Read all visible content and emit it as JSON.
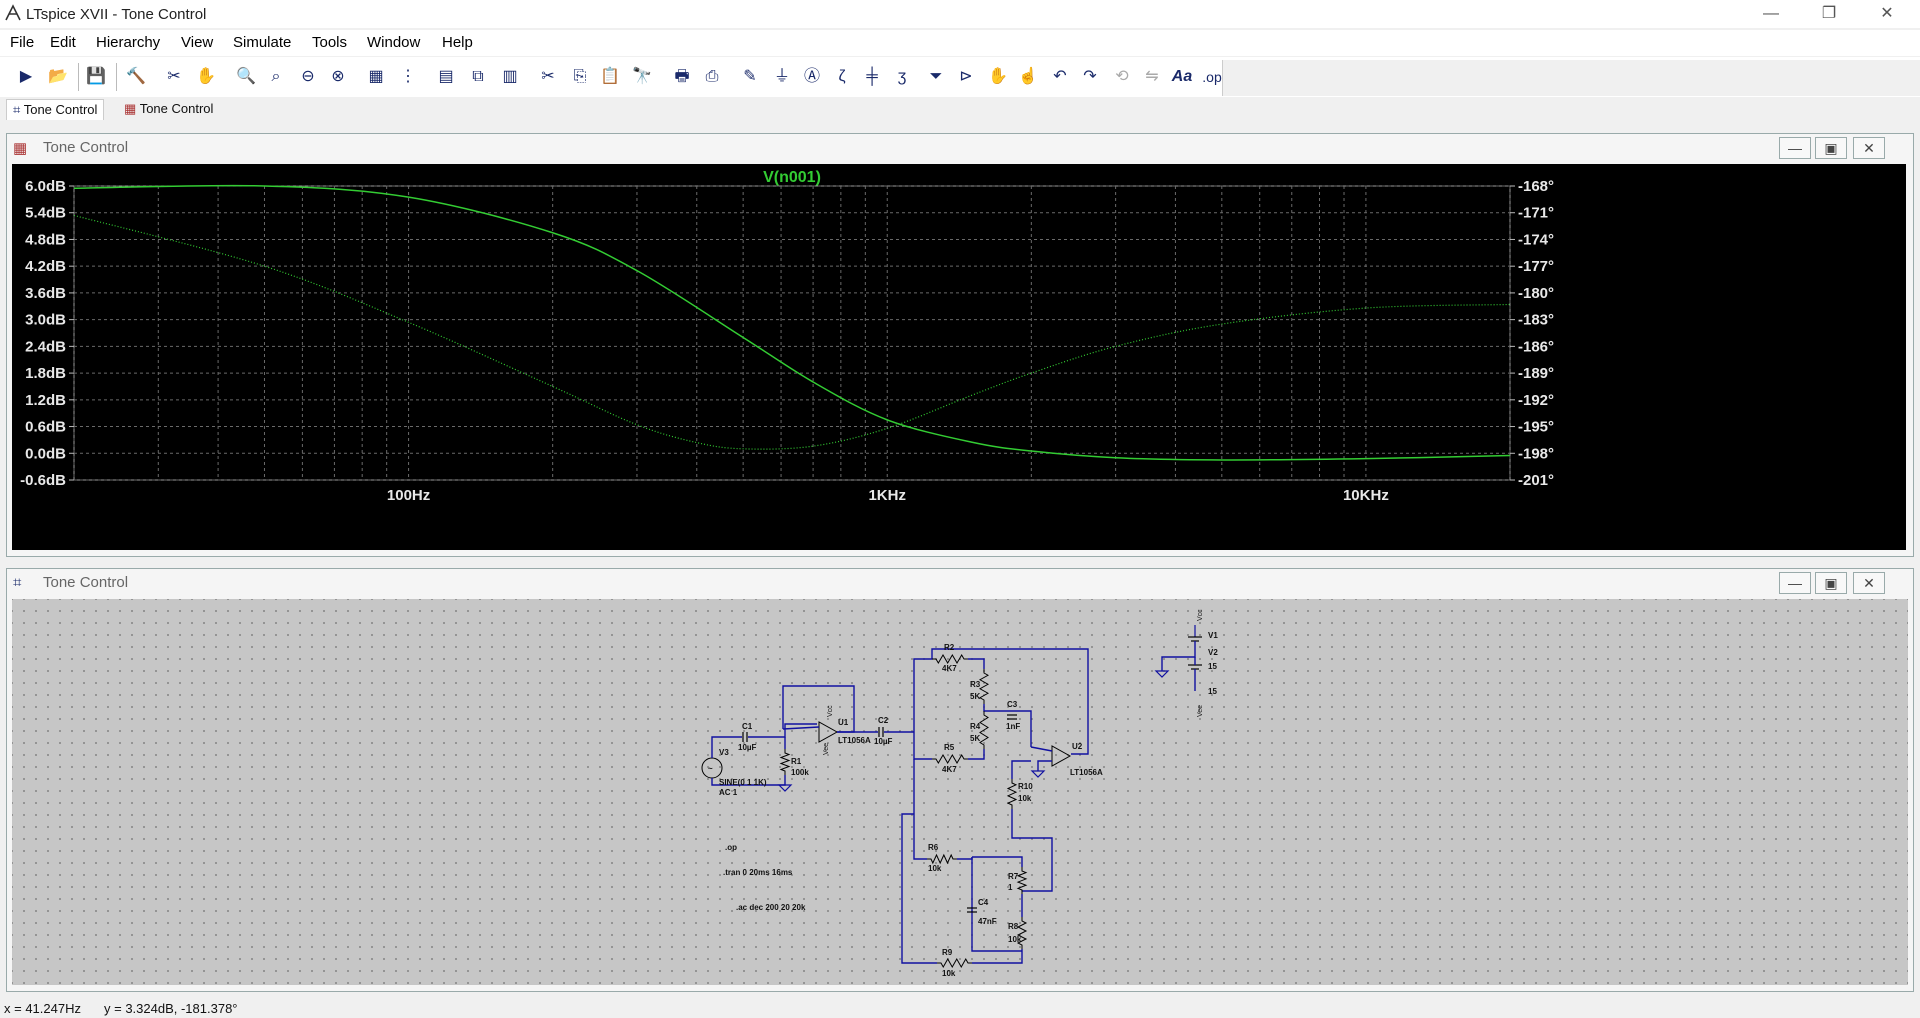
{
  "window": {
    "title": "LTspice XVII - Tone Control"
  },
  "menu": [
    "File",
    "Edit",
    "Hierarchy",
    "View",
    "Simulate",
    "Tools",
    "Window",
    "Help"
  ],
  "toolbar": {
    "icons": [
      "run-icon",
      "open-icon",
      "save-icon",
      "control-panel-icon",
      "halt-icon",
      "pan-icon",
      "zoom-in-icon",
      "zoom-area-icon",
      "zoom-out-icon",
      "zoom-cancel-icon",
      "autorange-icon",
      "grid-icon",
      "tile-horizontal-icon",
      "cascade-icon",
      "tile-vertical-icon",
      "cut-icon",
      "copy-icon",
      "paste-icon",
      "find-icon",
      "print-icon",
      "print-preview-icon",
      "draw-wire-icon",
      "ground-icon",
      "label-net-icon",
      "resistor-icon",
      "capacitor-icon",
      "inductor-icon",
      "diode-icon",
      "component-icon",
      "move-icon",
      "drag-icon",
      "undo-icon",
      "redo-icon",
      "rotate-icon",
      "mirror-icon",
      "text-icon",
      "spice-directive-icon"
    ],
    "text_icon": "Aa",
    "op_icon": ".op"
  },
  "tabs": [
    {
      "label": "Tone Control",
      "icon": "schematic-icon",
      "active": true
    },
    {
      "label": "Tone Control",
      "icon": "waveform-icon",
      "active": false
    }
  ],
  "waveform_window": {
    "title": "Tone Control",
    "trace_label": "V(n001)",
    "trace_color": "#33cc33"
  },
  "schematic_window": {
    "title": "Tone Control"
  },
  "chart_data": {
    "type": "line",
    "title": "V(n001)",
    "x_scale": "log",
    "xlim": [
      20,
      20000
    ],
    "x_ticks": [
      "100Hz",
      "1KHz",
      "10KHz"
    ],
    "y_left_ticks": [
      "6.0dB",
      "5.4dB",
      "4.8dB",
      "4.2dB",
      "3.6dB",
      "3.0dB",
      "2.4dB",
      "1.8dB",
      "1.2dB",
      "0.6dB",
      "0.0dB",
      "-0.6dB"
    ],
    "y_right_ticks": [
      "-168°",
      "-171°",
      "-174°",
      "-177°",
      "-180°",
      "-183°",
      "-186°",
      "-189°",
      "-192°",
      "-195°",
      "-198°",
      "-201°"
    ],
    "ylim_db": [
      -0.6,
      6.0
    ],
    "ylim_phase": [
      -201,
      -168
    ],
    "grid": true,
    "series": [
      {
        "name": "V(n001)",
        "axis": "magnitude",
        "style": "solid",
        "x": [
          20,
          50,
          100,
          200,
          300,
          500,
          700,
          1000,
          1500,
          2000,
          3000,
          5000,
          10000,
          20000
        ],
        "values": [
          5.95,
          6.0,
          5.75,
          4.95,
          4.1,
          2.6,
          1.6,
          0.75,
          0.25,
          0.05,
          -0.1,
          -0.15,
          -0.12,
          -0.05
        ]
      },
      {
        "name": "V(n001) phase",
        "axis": "phase",
        "style": "dotted",
        "x": [
          20,
          50,
          100,
          200,
          300,
          400,
          500,
          700,
          1000,
          1500,
          2000,
          3000,
          5000,
          10000,
          20000
        ],
        "values": [
          -171.3,
          -177,
          -183.3,
          -190.5,
          -194.8,
          -196.8,
          -197.5,
          -197.2,
          -195.2,
          -191.5,
          -189.0,
          -186.0,
          -183.5,
          -181.7,
          -181.3
        ]
      }
    ]
  },
  "schematic": {
    "parts": [
      {
        "ref": "C1",
        "value": "10µF"
      },
      {
        "ref": "R1",
        "value": "100k"
      },
      {
        "ref": "V3",
        "value": "SINE(0 1 1K)",
        "extra": "AC 1"
      },
      {
        "ref": "U1",
        "value": "LT1056A"
      },
      {
        "ref": "C2",
        "value": "10µF"
      },
      {
        "ref": "R2",
        "value": "4K7"
      },
      {
        "ref": "R3",
        "value": "5K"
      },
      {
        "ref": "R4",
        "value": "5K"
      },
      {
        "ref": "C3",
        "value": "1nF"
      },
      {
        "ref": "R5",
        "value": "4K7"
      },
      {
        "ref": "U2",
        "value": "LT1056A"
      },
      {
        "ref": "R10",
        "value": "10k"
      },
      {
        "ref": "R6",
        "value": "10k"
      },
      {
        "ref": "R7",
        "value": "1"
      },
      {
        "ref": "C4",
        "value": "47nF"
      },
      {
        "ref": "R8",
        "value": "10k"
      },
      {
        "ref": "R9",
        "value": "10k"
      },
      {
        "ref": "V1",
        "value": "15"
      },
      {
        "ref": "V2",
        "value": "15"
      }
    ],
    "net_labels": [
      "Vcc",
      "Vee"
    ],
    "directives": [
      ".op",
      ".tran 0 20ms 16ms",
      ".ac dec 200 20 20k"
    ]
  },
  "status": {
    "x": "x = 41.247Hz",
    "y": "y = 3.324dB, -181.378°"
  }
}
